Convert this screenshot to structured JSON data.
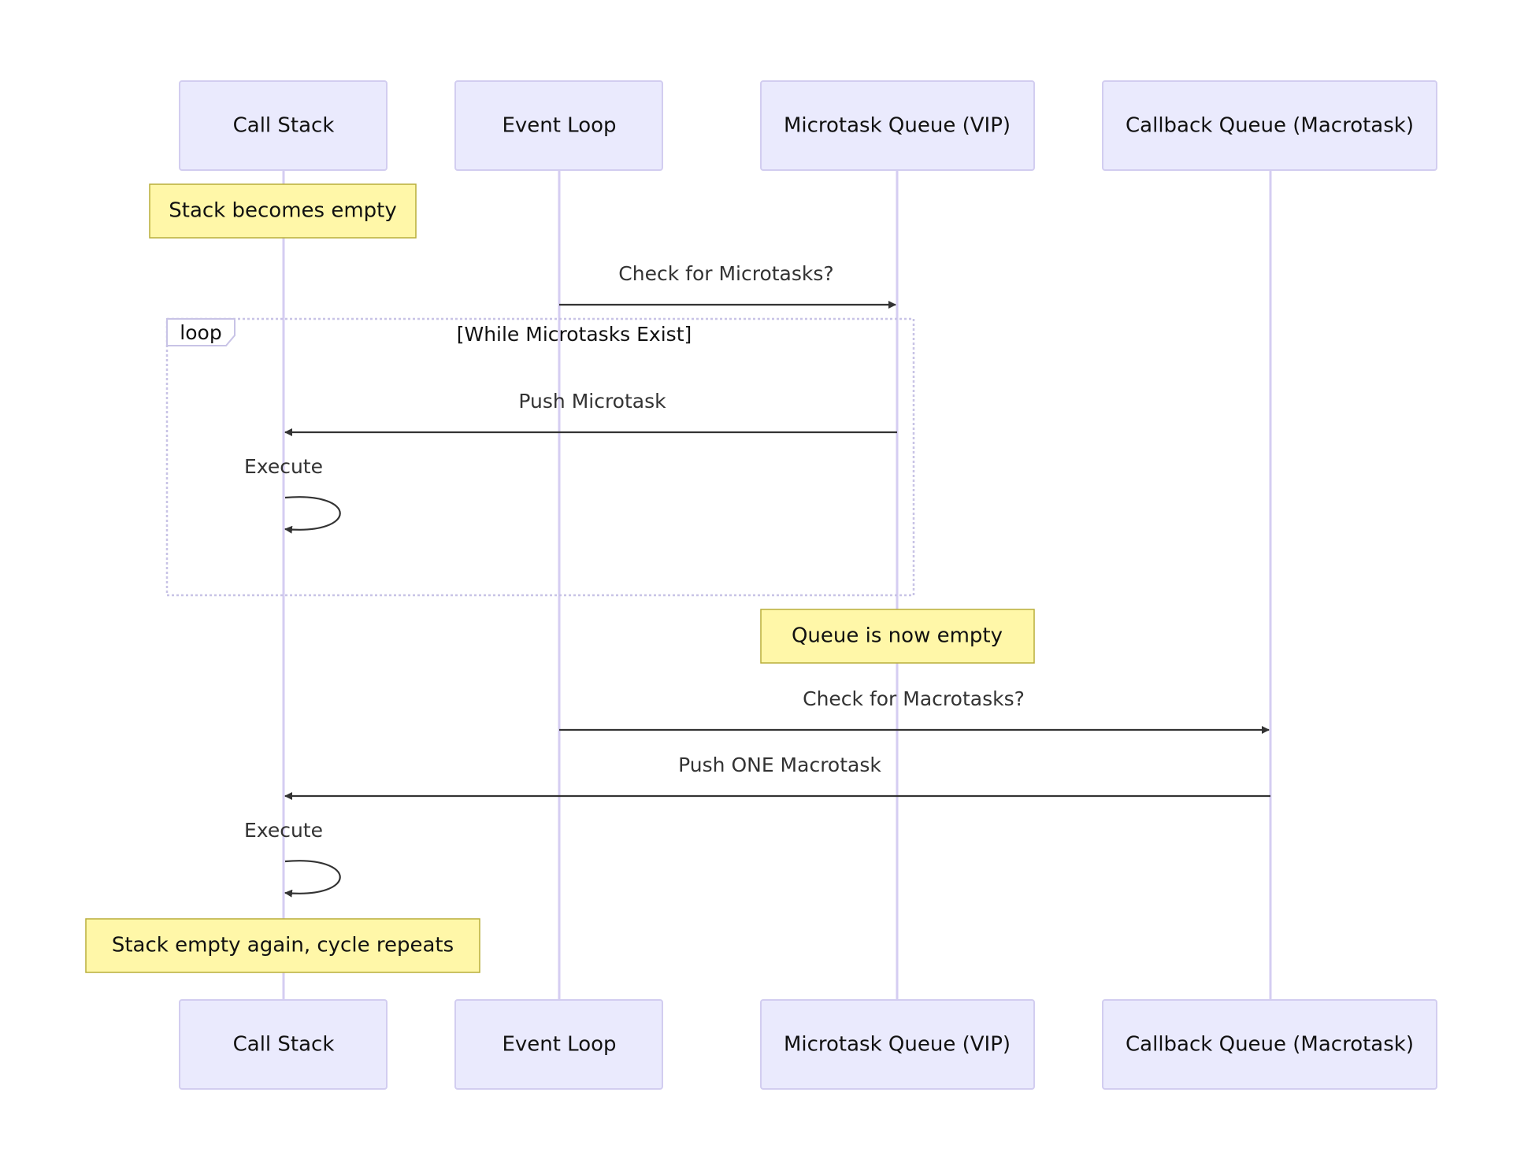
{
  "participants": [
    {
      "id": "stack",
      "label": "Call Stack"
    },
    {
      "id": "loop",
      "label": "Event Loop"
    },
    {
      "id": "micro",
      "label": "Microtask Queue (VIP)"
    },
    {
      "id": "macro",
      "label": "Callback Queue (Macrotask)"
    }
  ],
  "notes": [
    {
      "over": "stack",
      "text": "Stack becomes empty"
    },
    {
      "over": "micro",
      "text": "Queue is now empty"
    },
    {
      "over": "stack",
      "text": "Stack empty again, cycle repeats"
    }
  ],
  "messages": [
    {
      "from": "loop",
      "to": "micro",
      "label": "Check for Microtasks?"
    },
    {
      "from": "micro",
      "to": "stack",
      "label": "Push Microtask"
    },
    {
      "from": "stack",
      "to": "stack",
      "label": "Execute"
    },
    {
      "from": "loop",
      "to": "macro",
      "label": "Check for Macrotasks?"
    },
    {
      "from": "macro",
      "to": "stack",
      "label": "Push ONE Macrotask"
    },
    {
      "from": "stack",
      "to": "stack",
      "label": "Execute"
    }
  ],
  "loop_block": {
    "keyword": "loop",
    "condition": "[While Microtasks Exist]"
  }
}
